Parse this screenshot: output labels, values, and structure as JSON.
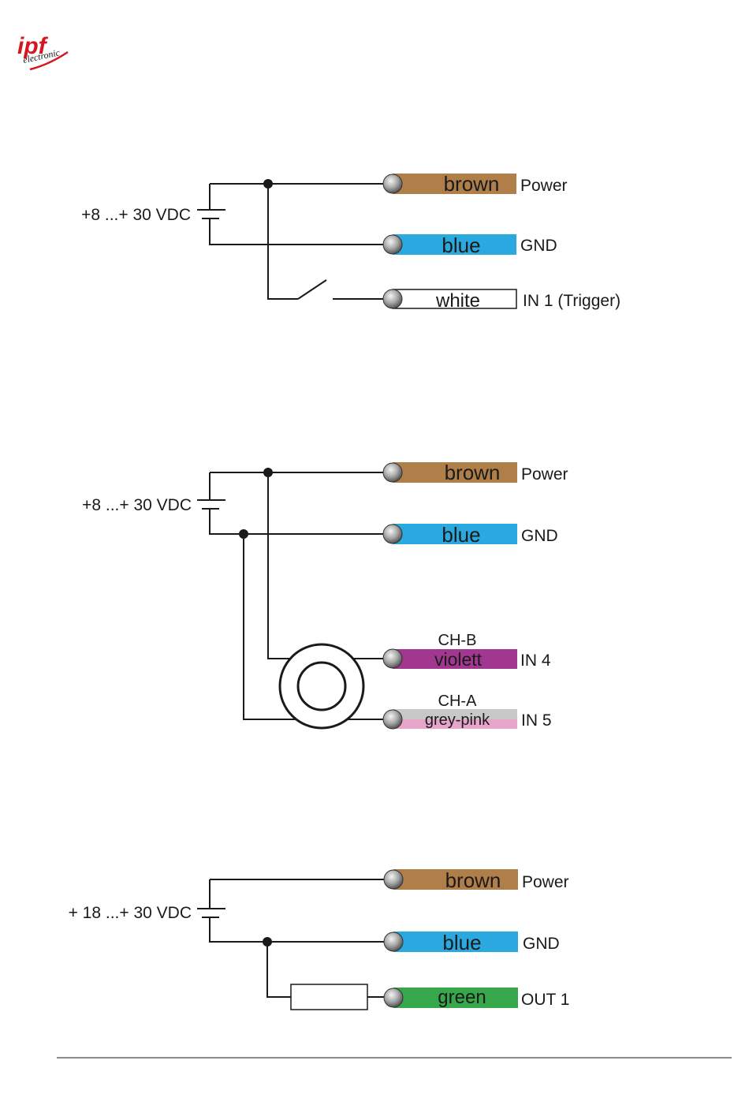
{
  "logo": {
    "name": "ipf",
    "subtitle": "electronic",
    "color": "#d6161d"
  },
  "colors": {
    "brown": "#b07f49",
    "blue": "#29a9df",
    "white": "#ffffff",
    "violett": "#a2378f",
    "grey": "#c8c8c8",
    "pink": "#e7a5c9",
    "green": "#36a74a",
    "wire": "#1a1a1a"
  },
  "diagrams": [
    {
      "supply": "+8 ...+ 30 VDC",
      "wires": [
        {
          "color_name": "brown",
          "label": "Power"
        },
        {
          "color_name": "blue",
          "label": "GND"
        },
        {
          "color_name": "white",
          "label": "IN 1 (Trigger)"
        }
      ]
    },
    {
      "supply": "+8 ...+ 30 VDC",
      "wires": [
        {
          "color_name": "brown",
          "label": "Power"
        },
        {
          "color_name": "blue",
          "label": "GND"
        },
        {
          "channel": "CH-B",
          "color_name": "violett",
          "label": "IN 4"
        },
        {
          "channel": "CH-A",
          "color_name": "grey-pink",
          "label": "IN 5"
        }
      ]
    },
    {
      "supply": "+ 18 ...+ 30 VDC",
      "wires": [
        {
          "color_name": "brown",
          "label": "Power"
        },
        {
          "color_name": "blue",
          "label": "GND"
        },
        {
          "color_name": "green",
          "label": "OUT 1"
        }
      ]
    }
  ]
}
